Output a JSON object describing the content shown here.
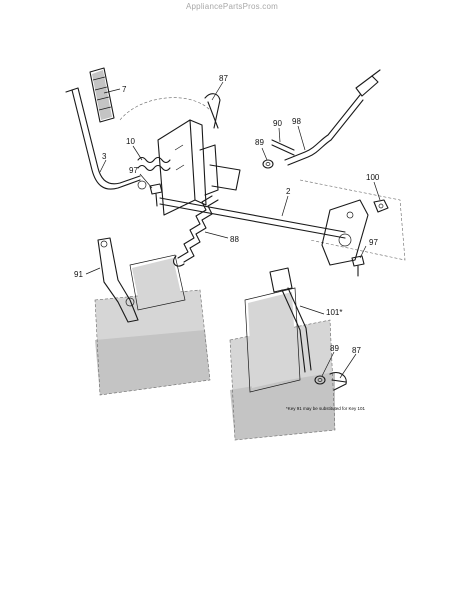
{
  "watermark": "AppliancePartsPros.com",
  "callouts": {
    "c7": "7",
    "c87a": "87",
    "c90": "90",
    "c98": "98",
    "c89a": "89",
    "c10": "10",
    "c3": "3",
    "c97a": "97",
    "c2": "2",
    "c100": "100",
    "c88": "88",
    "c97b": "97",
    "c91": "91",
    "c101": "101*",
    "c89b": "89",
    "c87b": "87"
  },
  "note": "*Key 91 may be substituted for Key 101"
}
